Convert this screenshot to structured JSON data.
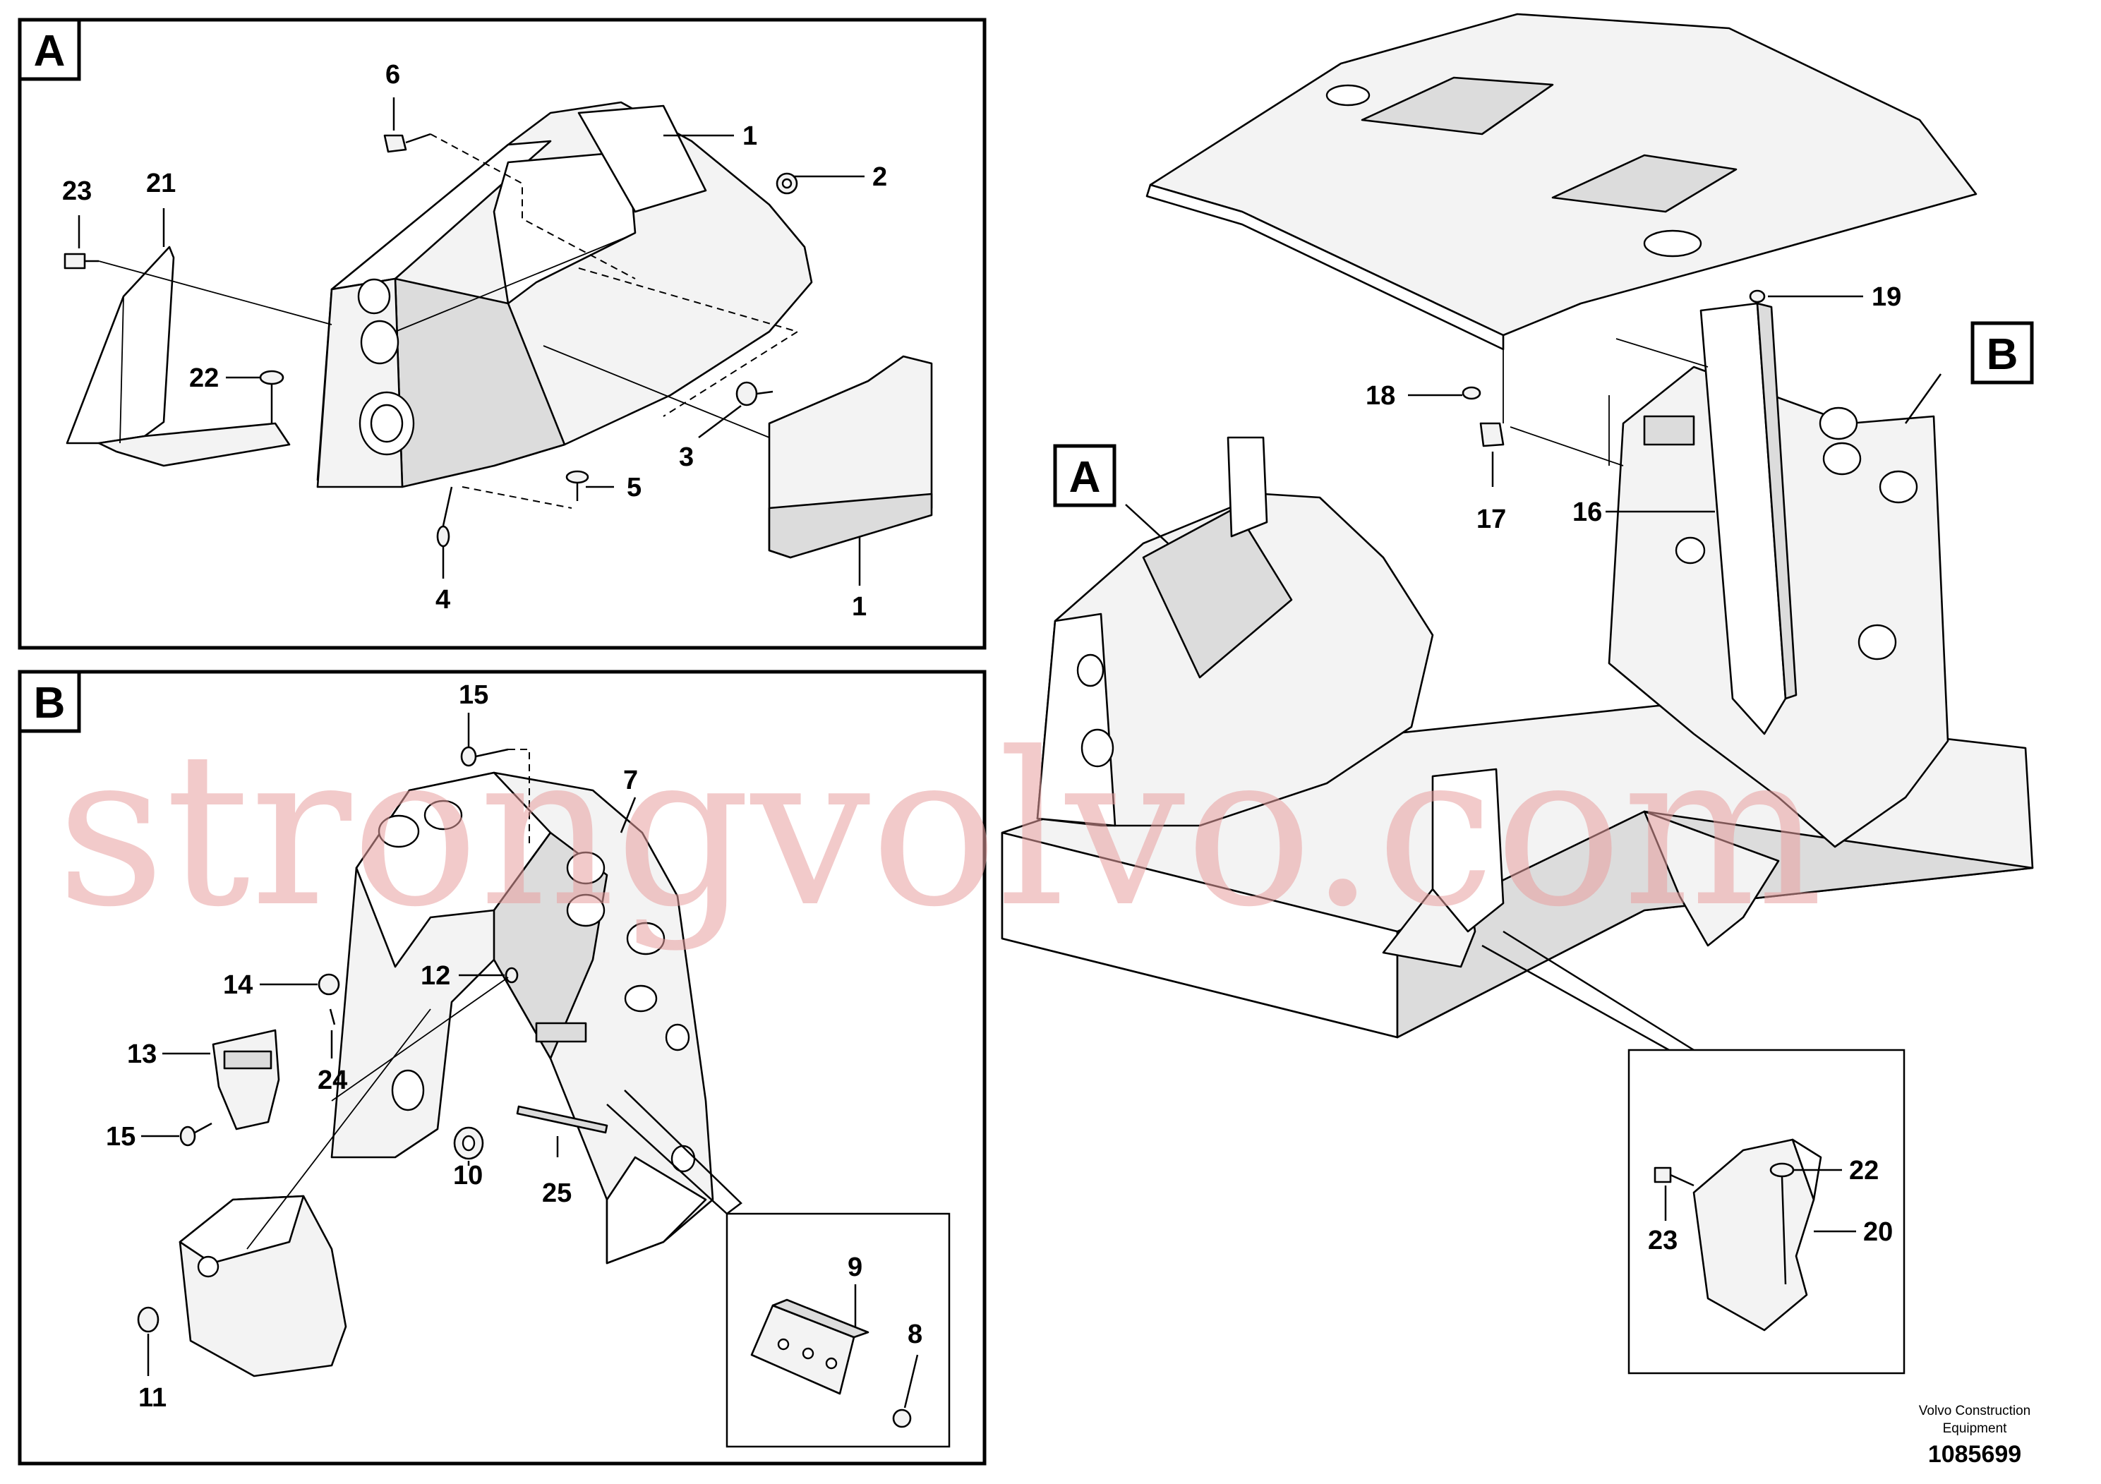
{
  "panels": {
    "a_letter": "A",
    "b_letter": "B",
    "a_overview_letter": "A",
    "b_overview_letter": "B"
  },
  "callouts": {
    "c1a": "1",
    "c1b": "1",
    "c2": "2",
    "c3": "3",
    "c4": "4",
    "c5": "5",
    "c6": "6",
    "c7": "7",
    "c8": "8",
    "c9": "9",
    "c10": "10",
    "c11": "11",
    "c12": "12",
    "c13": "13",
    "c14": "14",
    "c15a": "15",
    "c15b": "15",
    "c16": "16",
    "c17": "17",
    "c18": "18",
    "c19": "19",
    "c20": "20",
    "c21": "21",
    "c22a": "22",
    "c22b": "22",
    "c23a": "23",
    "c23b": "23",
    "c24": "24",
    "c25": "25"
  },
  "footer": {
    "company_line1": "Volvo Construction",
    "company_line2": "Equipment",
    "drawing_number": "1085699"
  },
  "watermark": "strongvolvo.com"
}
